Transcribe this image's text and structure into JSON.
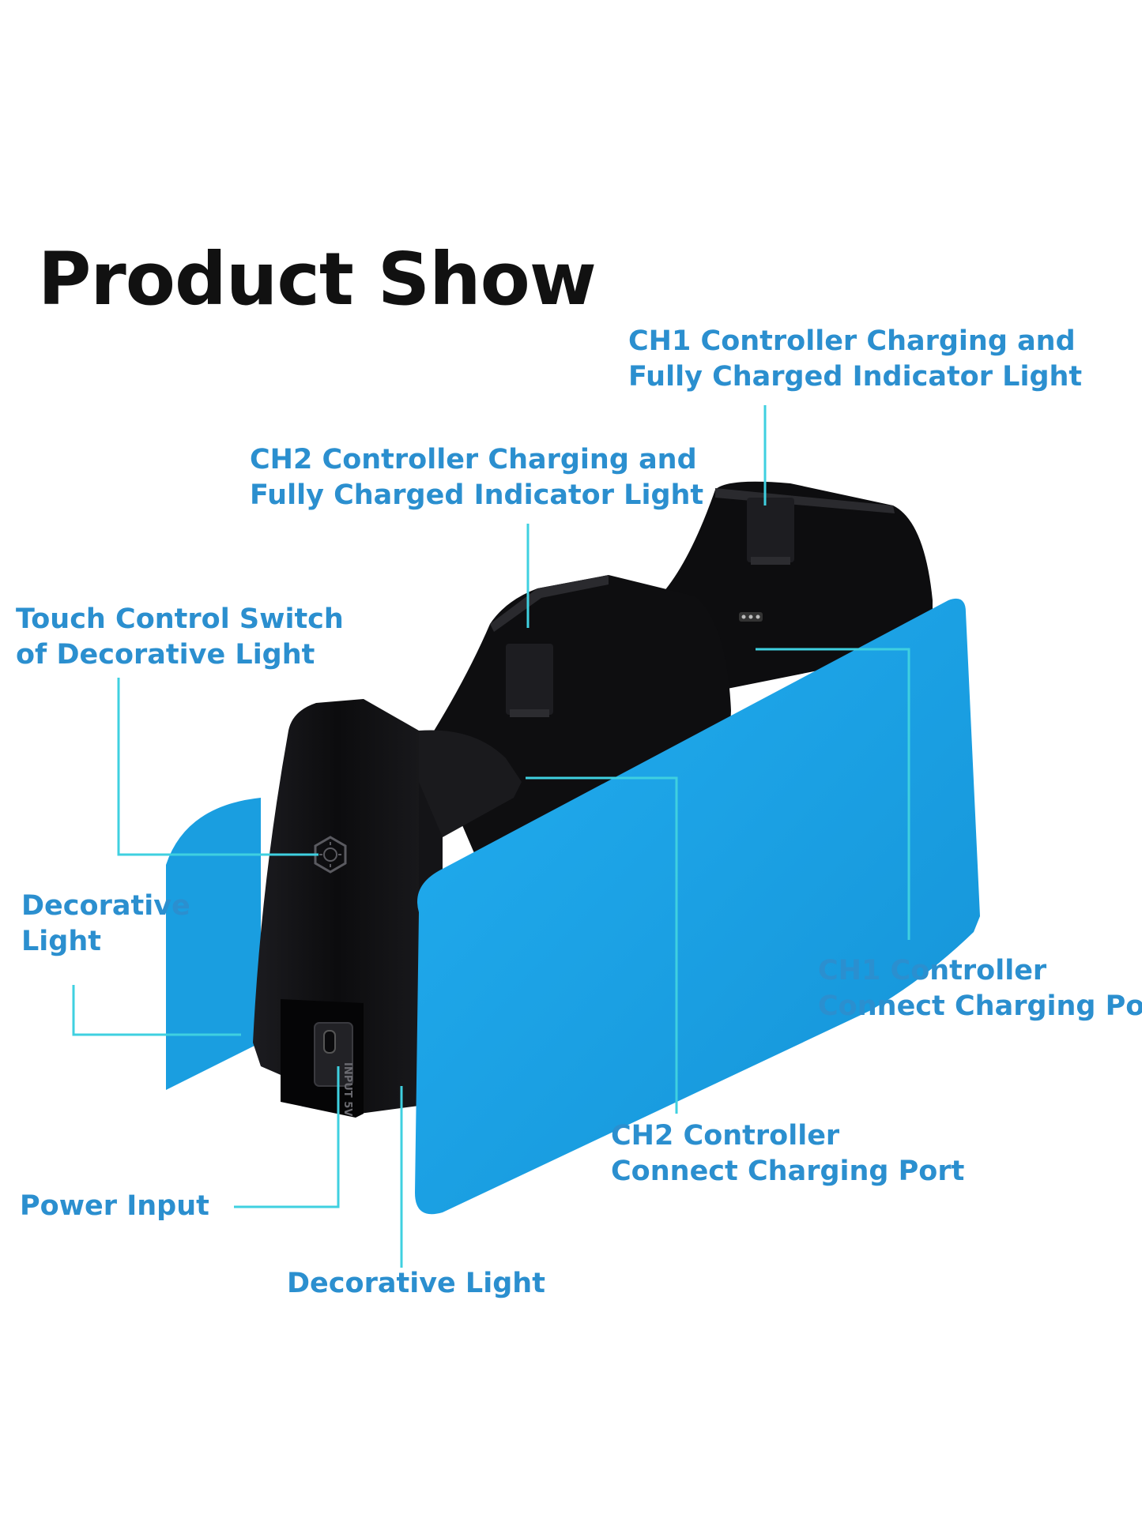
{
  "title": "Product Show",
  "colors": {
    "label_text": "#2b8fcf",
    "leader_line": "#3fd0e0",
    "panel_blue": "#16a0e6",
    "dock_black": "#0e0e10",
    "title_text": "#111111"
  },
  "labels": {
    "ch1_indicator": {
      "line1": "CH1 Controller Charging and",
      "line2": "Fully Charged Indicator Light"
    },
    "ch2_indicator": {
      "line1": "CH2 Controller Charging and",
      "line2": "Fully Charged Indicator Light"
    },
    "touch_switch": {
      "line1": "Touch Control Switch",
      "line2": "of Decorative Light"
    },
    "decorative_left": {
      "line1": "Decorative",
      "line2": "Light"
    },
    "ch1_port": {
      "line1": "CH1 Controller",
      "line2": "Connect Charging Port"
    },
    "ch2_port": {
      "line1": "CH2 Controller",
      "line2": "Connect Charging Port"
    },
    "power_input": "Power Input",
    "decorative_bottom": "Decorative Light"
  },
  "port_marking": "INPUT 5V"
}
